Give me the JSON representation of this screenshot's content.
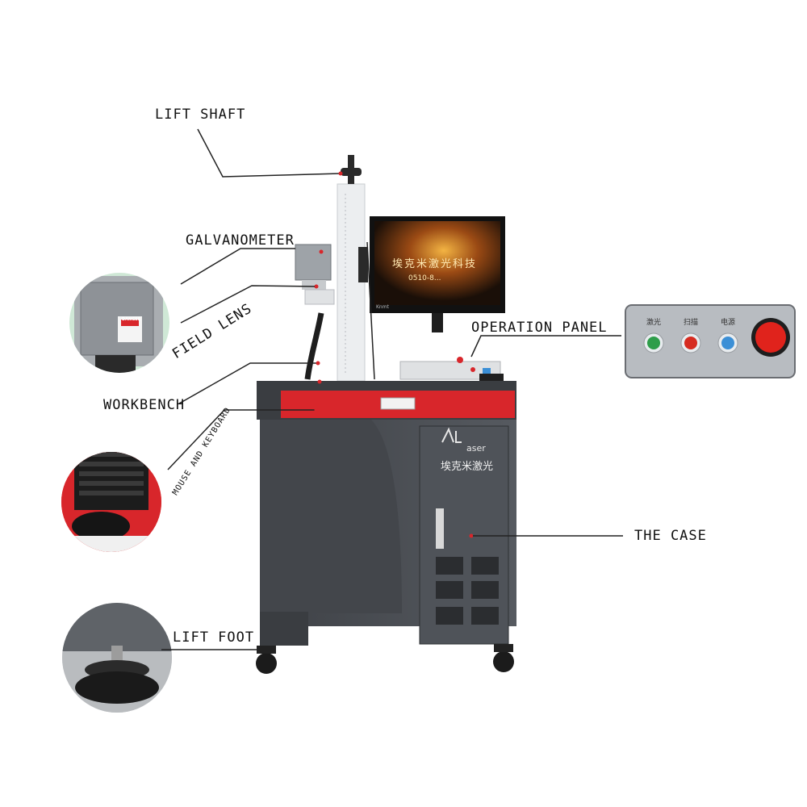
{
  "labels": {
    "lift_shaft": "LIFT SHAFT",
    "galvanometer": "GALVANOMETER",
    "field_lens": "FIELD LENS",
    "workbench": "WORKBENCH",
    "mouse_keyboard": "MOUSE AND KEYBOARD",
    "operation_panel": "OPERATION PANEL",
    "the_case": "THE CASE",
    "lift_foot": "LIFT FOOT"
  },
  "monitor": {
    "brand_text": "埃克米激光科技",
    "phone_text": "0510-8...",
    "maker_mark": "Knmt"
  },
  "case_branding": {
    "logo_text": "aser",
    "company_text": "埃克米激光"
  },
  "panel_buttons": [
    {
      "label": "激光",
      "color": "#2e9d4a"
    },
    {
      "label": "扫描",
      "color": "#d62b20"
    },
    {
      "label": "电源",
      "color": "#3b8fd6"
    }
  ],
  "galvo_warning": "DANGER",
  "colors": {
    "body": "#4a4d52",
    "accent": "#d8262b",
    "panel_bg": "#b8bcc1",
    "line": "#222222"
  }
}
